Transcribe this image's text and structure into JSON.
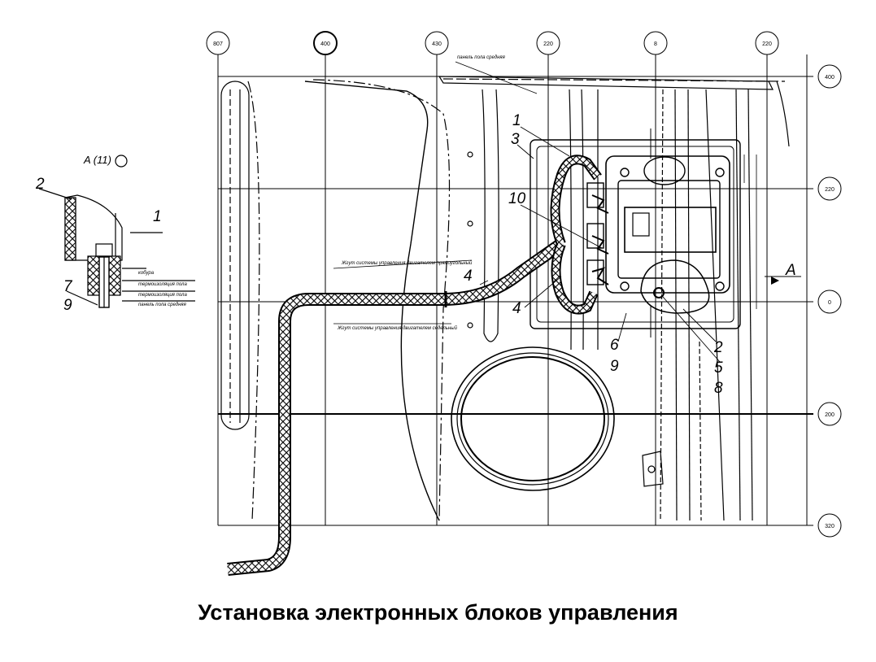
{
  "title": "Установка электронных блоков управления",
  "grid_markers": {
    "top": [
      "807",
      "400",
      "430",
      "220",
      "8",
      "220"
    ],
    "right": [
      "400",
      "220",
      "0",
      "200",
      "320"
    ]
  },
  "view_label": "A (11)",
  "section_arrow_label": "A",
  "notes": {
    "floor_panel": "панель пола средняя",
    "harness_upper": "Жгут системы управления двигателем прямоугольный",
    "harness_lower": "Жгут системы управления двигателем седельный"
  },
  "detail_labels": [
    "кобура",
    "термоизоляция пола",
    "термоизоляция пола",
    "панель пола средняя"
  ],
  "callouts": {
    "detail": [
      "2",
      "1",
      "7",
      "9"
    ],
    "main": [
      "1",
      "3",
      "10",
      "4",
      "4",
      "6",
      "9",
      "2",
      "5",
      "8"
    ]
  }
}
